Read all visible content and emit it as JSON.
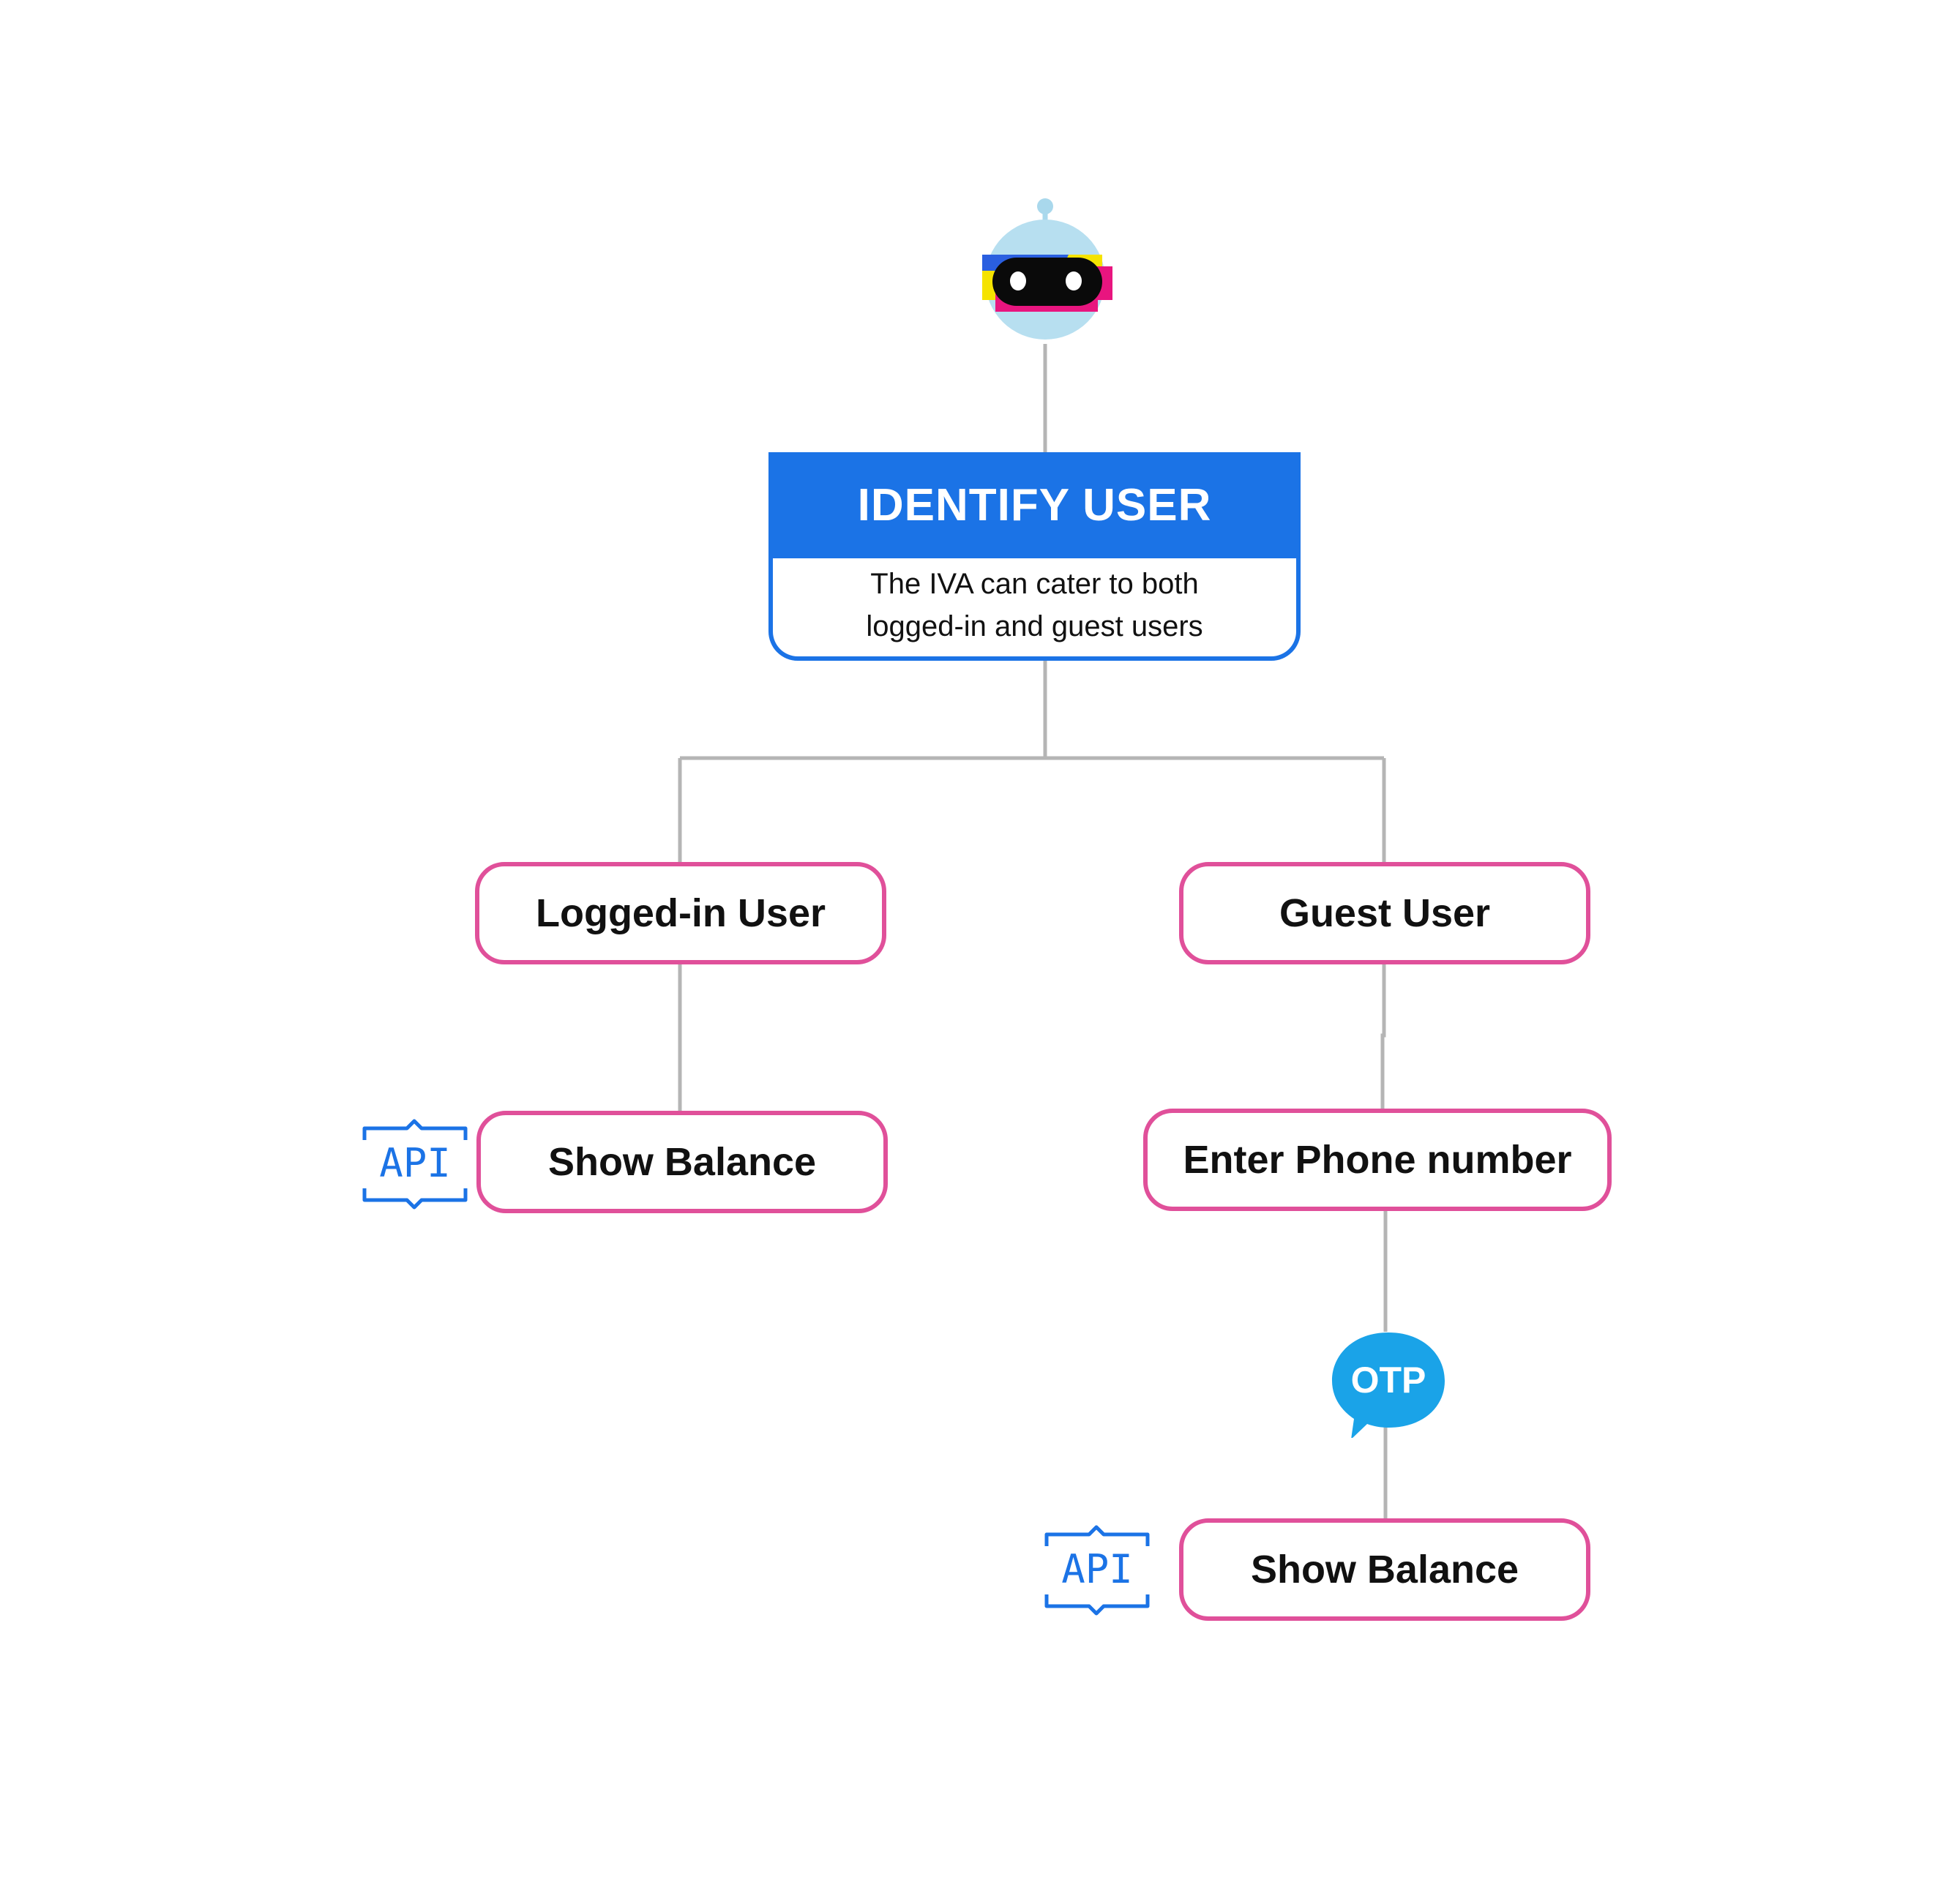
{
  "diagram": {
    "colors": {
      "primary_blue": "#1b73e6",
      "node_border_pink": "#e0509a",
      "connector_gray": "#b5b5b5",
      "otp_bubble": "#1aa3e8"
    },
    "root": {
      "icon": "robot-bot-icon",
      "title": "IDENTIFY USER",
      "description_lines": [
        "The IVA can cater to both",
        "logged-in and guest users"
      ]
    },
    "branches": {
      "logged_in": {
        "label": "Logged-in User",
        "action": {
          "label": "Show Balance",
          "badge_icon": "api-icon",
          "badge_text": "API"
        }
      },
      "guest": {
        "label": "Guest User",
        "step": {
          "label": "Enter Phone number"
        },
        "verification": {
          "icon": "otp-bubble-icon",
          "text": "OTP"
        },
        "action": {
          "label": "Show Balance",
          "badge_icon": "api-icon",
          "badge_text": "API"
        }
      }
    }
  }
}
